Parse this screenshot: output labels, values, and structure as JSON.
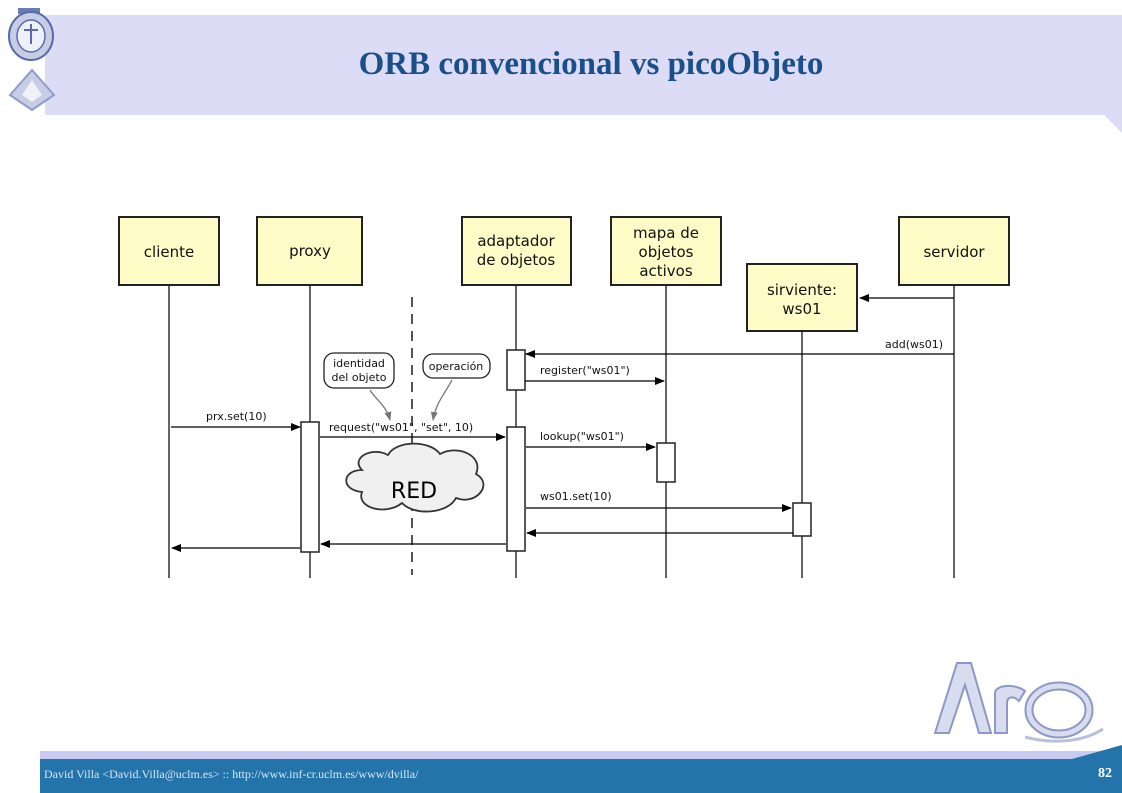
{
  "header": {
    "title": "ORB convencional vs picoObjeto"
  },
  "diagram": {
    "participants": {
      "cliente": "cliente",
      "proxy": "proxy",
      "adaptador_1": "adaptador",
      "adaptador_2": "de objetos",
      "mapa_1": "mapa de",
      "mapa_2": "objetos",
      "mapa_3": "activos",
      "servidor": "servidor",
      "sirviente_1": "sirviente:",
      "sirviente_2": "ws01"
    },
    "messages": {
      "add": "add(ws01)",
      "register": "register(\"ws01\")",
      "prx_set": "prx.set(10)",
      "request": "request(\"ws01\", \"set\", 10)",
      "lookup": "lookup(\"ws01\")",
      "ws01_set": "ws01.set(10)"
    },
    "notes": {
      "identidad_1": "identidad",
      "identidad_2": "del objeto",
      "operacion": "operación"
    },
    "network": "RED"
  },
  "footer": {
    "author": "David Villa <David.Villa@uclm.es> :: http://www.inf-cr.uclm.es/www/dvilla/",
    "page": "82"
  },
  "colors": {
    "header_band": "#dcdcf7",
    "title": "#1a4f8a",
    "participant_fill": "#fffcc7",
    "footer": "#2374ab"
  },
  "icons": [
    "university-crest-icon",
    "arco-logo-icon"
  ]
}
